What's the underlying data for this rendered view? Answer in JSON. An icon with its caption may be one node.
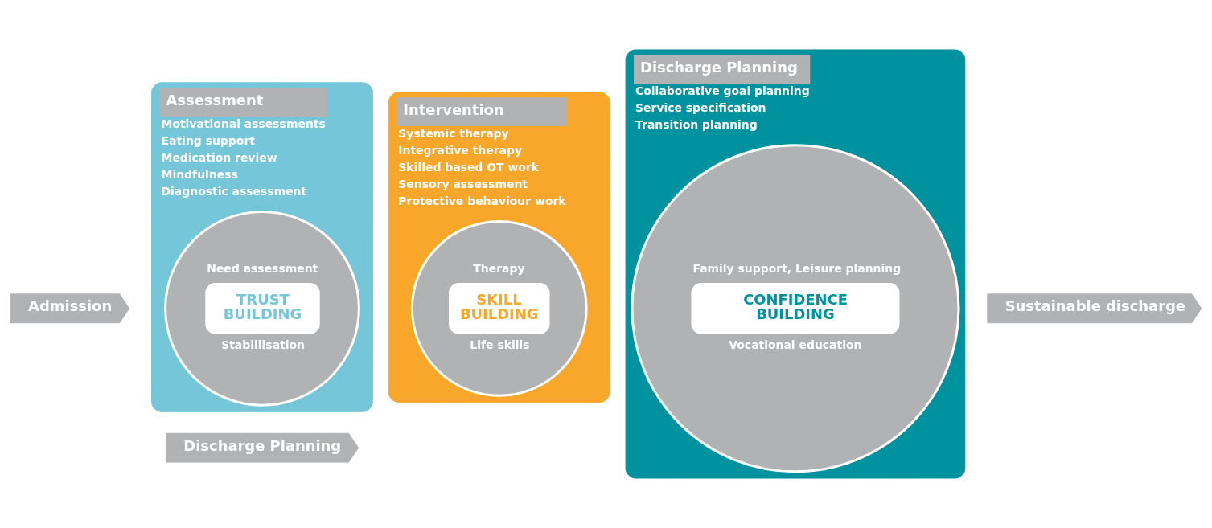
{
  "diagram": {
    "nodes": [
      {
        "text": [
          "Admission"
        ]
      },
      {
        "text": [
          "Assessment",
          "Motivational assessments",
          "Eating support",
          "Medication review",
          "Mindfulness",
          "Diagnostic assessment"
        ]
      },
      {
        "text": [
          "Need assessment",
          "TRUST BUILDING",
          "Stablilisation"
        ],
        "in": 1
      },
      {
        "text": [
          "Intervention",
          "Systemic therapy",
          "Integrative therapy",
          "Skilled based OT work",
          "Sensory assessment",
          "Protective behaviour work"
        ]
      },
      {
        "text": [
          "Therapy",
          "SKILL BUILDING",
          "Life skills"
        ],
        "in": 3
      },
      {
        "text": [
          "Discharge Planning",
          "Collaborative goal planning",
          "Service specification",
          "Transition planning"
        ]
      },
      {
        "text": [
          "Family support, Leisure planning",
          "CONFIDENCE BUILDING",
          "Vocational education"
        ],
        "in": 5
      },
      {
        "text": [
          "Sustainable discharge"
        ]
      },
      {
        "text": [
          "Discharge Planning"
        ]
      }
    ],
    "edges": []
  }
}
